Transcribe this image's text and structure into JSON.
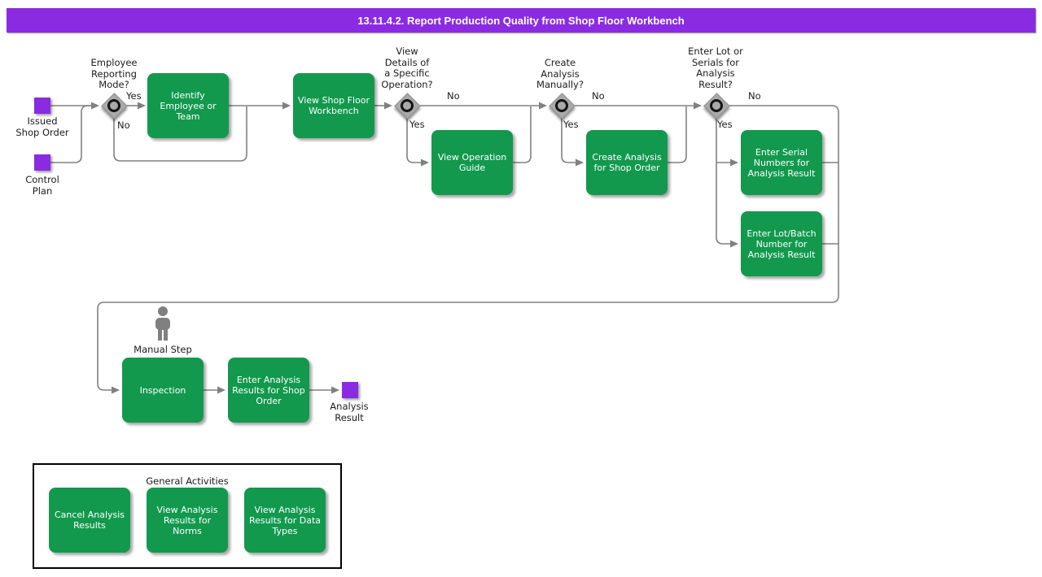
{
  "header": {
    "title": "13.11.4.2. Report Production Quality from Shop Floor Workbench"
  },
  "colors": {
    "header_bg": "#8A2BE2",
    "event_purple": "#8A2BE2",
    "activity_green": "#12994E",
    "connector_gray": "#808080"
  },
  "events": {
    "issued_shop_order": {
      "label": "Issued\nShop Order"
    },
    "control_plan": {
      "label": "Control\nPlan"
    },
    "analysis_result": {
      "label": "Analysis\nResult"
    }
  },
  "decisions": {
    "employee_reporting_mode": {
      "question": "Employee\nReporting\nMode?",
      "yes": "Yes",
      "no": "No"
    },
    "view_details_operation": {
      "question": "View\nDetails of\na Specific\nOperation?",
      "yes": "Yes",
      "no": "No"
    },
    "create_analysis_manually": {
      "question": "Create\nAnalysis\nManually?",
      "yes": "Yes",
      "no": "No"
    },
    "enter_lot_or_serials": {
      "question": "Enter Lot or\nSerials for\nAnalysis\nResult?",
      "yes": "Yes",
      "no": "No"
    }
  },
  "activities": {
    "identify_employee": {
      "label": "Identify\nEmployee or\nTeam"
    },
    "view_shop_floor_workbench": {
      "label": "View Shop Floor\nWorkbench"
    },
    "view_operation_guide": {
      "label": "View Operation\nGuide"
    },
    "create_analysis_for_shop_order": {
      "label": "Create Analysis\nfor Shop Order"
    },
    "enter_serial_numbers": {
      "label": "Enter Serial\nNumbers for\nAnalysis Result"
    },
    "enter_lot_batch_number": {
      "label": "Enter Lot/Batch\nNumber for\nAnalysis Result"
    },
    "inspection": {
      "label": "Inspection"
    },
    "enter_analysis_results": {
      "label": "Enter Analysis\nResults for Shop\nOrder"
    }
  },
  "manual_step": {
    "label": "Manual Step"
  },
  "general_activities": {
    "title": "General Activities",
    "items": [
      {
        "label": "Cancel Analysis\nResults"
      },
      {
        "label": "View Analysis\nResults for\nNorms"
      },
      {
        "label": "View Analysis\nResults for Data\nTypes"
      }
    ]
  }
}
